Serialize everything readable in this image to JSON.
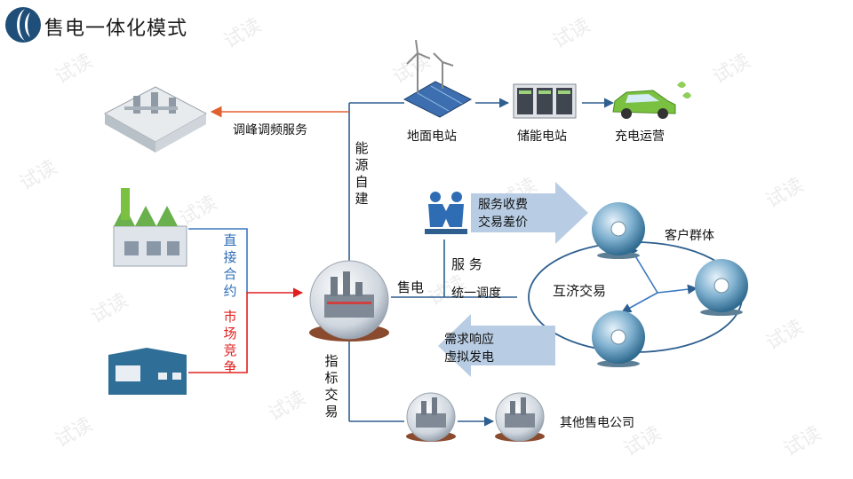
{
  "title": "售电一体化模式",
  "labels": {
    "peak_service": "调峰调频服务",
    "ground_station": "地面电站",
    "storage_station": "储能电站",
    "charging": "充电运营",
    "self_build": "能源自建",
    "direct_contract": "直接合约",
    "market_compete": "市场竞争",
    "sell_power": "售电",
    "service": "服 务",
    "unified_dispatch": "统一调度",
    "service_fee": "服务收费",
    "trade_spread": "交易差价",
    "customer_group": "客户群体",
    "mutual_trade": "互济交易",
    "demand_response": "需求响应",
    "virtual_gen": "虚拟发电",
    "index_trade": "指标交易",
    "other_companies": "其他售电公司"
  },
  "colors": {
    "blue_line": "#2e5f8f",
    "contract_blue": "#3a78c0",
    "market_red": "#e02020",
    "arrow_fill": "#b8cde4",
    "title_logo": "#1f4e79"
  },
  "icons": [
    "logo-icon",
    "building-3d-icon",
    "solar-wind-icon",
    "battery-cabinet-icon",
    "electric-car-icon",
    "factory-icon",
    "warehouse-icon",
    "company-globe-icon",
    "handshake-icon",
    "customer-globe-icon"
  ],
  "watermark": "试读"
}
